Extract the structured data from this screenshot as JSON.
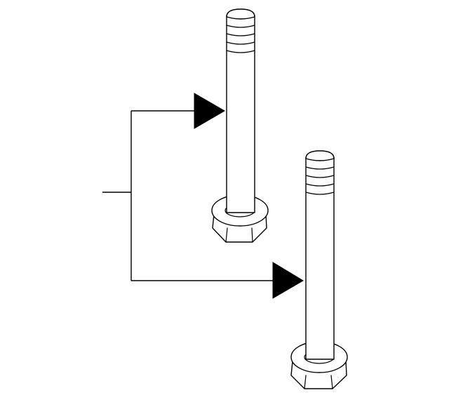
{
  "diagram": {
    "parts": [
      {
        "name": "bolt-upper",
        "icon": "hex-flange-bolt"
      },
      {
        "name": "bolt-lower",
        "icon": "hex-flange-bolt"
      }
    ],
    "leader": {
      "branches": 2,
      "style": "bracket-with-arrowheads"
    },
    "colors": {
      "line": "#000000",
      "background": "#ffffff"
    }
  }
}
